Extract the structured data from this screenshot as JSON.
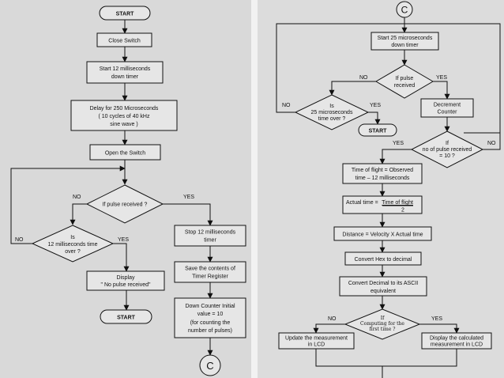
{
  "left": {
    "start_top": "START",
    "close_switch": "Close Switch",
    "start_timer": [
      "Start 12 milliseconds",
      "down timer"
    ],
    "delay": [
      "Delay for 250 Microseconds",
      "( 10 cycles of 40 kHz",
      "sine wave )"
    ],
    "open_switch": "Open the Switch",
    "if_pulse": "If pulse  received ?",
    "no1": "NO",
    "yes1": "YES",
    "is_time": [
      "Is",
      "12 milliseconds time",
      "over ?"
    ],
    "no2": "NO",
    "yes2": "YES",
    "display_no": [
      "Display",
      "\" No pulse received\""
    ],
    "start_bottom": "START",
    "stop_timer": [
      "Stop 12 milliseconds",
      "timer"
    ],
    "save": [
      "Save the contents of",
      "Timer Register"
    ],
    "down_counter": [
      "Down Counter Initial",
      "value = 10",
      "(for counting the",
      "number of pulses)"
    ],
    "connector": "C"
  },
  "right": {
    "connector": "C",
    "start_25": [
      "Start 25 microseconds",
      "down timer"
    ],
    "if_pulse": [
      "If pulse",
      "received"
    ],
    "no1": "NO",
    "yes1": "YES",
    "is_25": [
      "Is",
      "25 microseconds",
      "time over ?"
    ],
    "no2": "NO",
    "yes2": "YES",
    "start": "START",
    "decrement": [
      "Decrement",
      "Counter"
    ],
    "if_count": [
      "If",
      "no of pulse  received",
      "= 10 ?"
    ],
    "yes3": "YES",
    "no3": "NO",
    "tof": [
      "Time of flight =  Observed",
      "time – 12 milliseconds"
    ],
    "actual_prefix": "Actual time = ",
    "actual_frac_num": "Time of flight",
    "actual_frac_den": "2",
    "distance": "Distance = Velocity X Actual time",
    "convert_hex": "Convert Hex to decimal",
    "convert_ascii": [
      "Convert Decimal to its ASCII",
      "equivalent"
    ],
    "first_time": [
      "If",
      "Computing for the",
      "first time ?"
    ],
    "no4": "NO",
    "yes4": "YES",
    "update": [
      "Update the measurement",
      "in LCD"
    ],
    "display_calc": [
      "Display the calculated",
      "measurement in LCD"
    ]
  }
}
